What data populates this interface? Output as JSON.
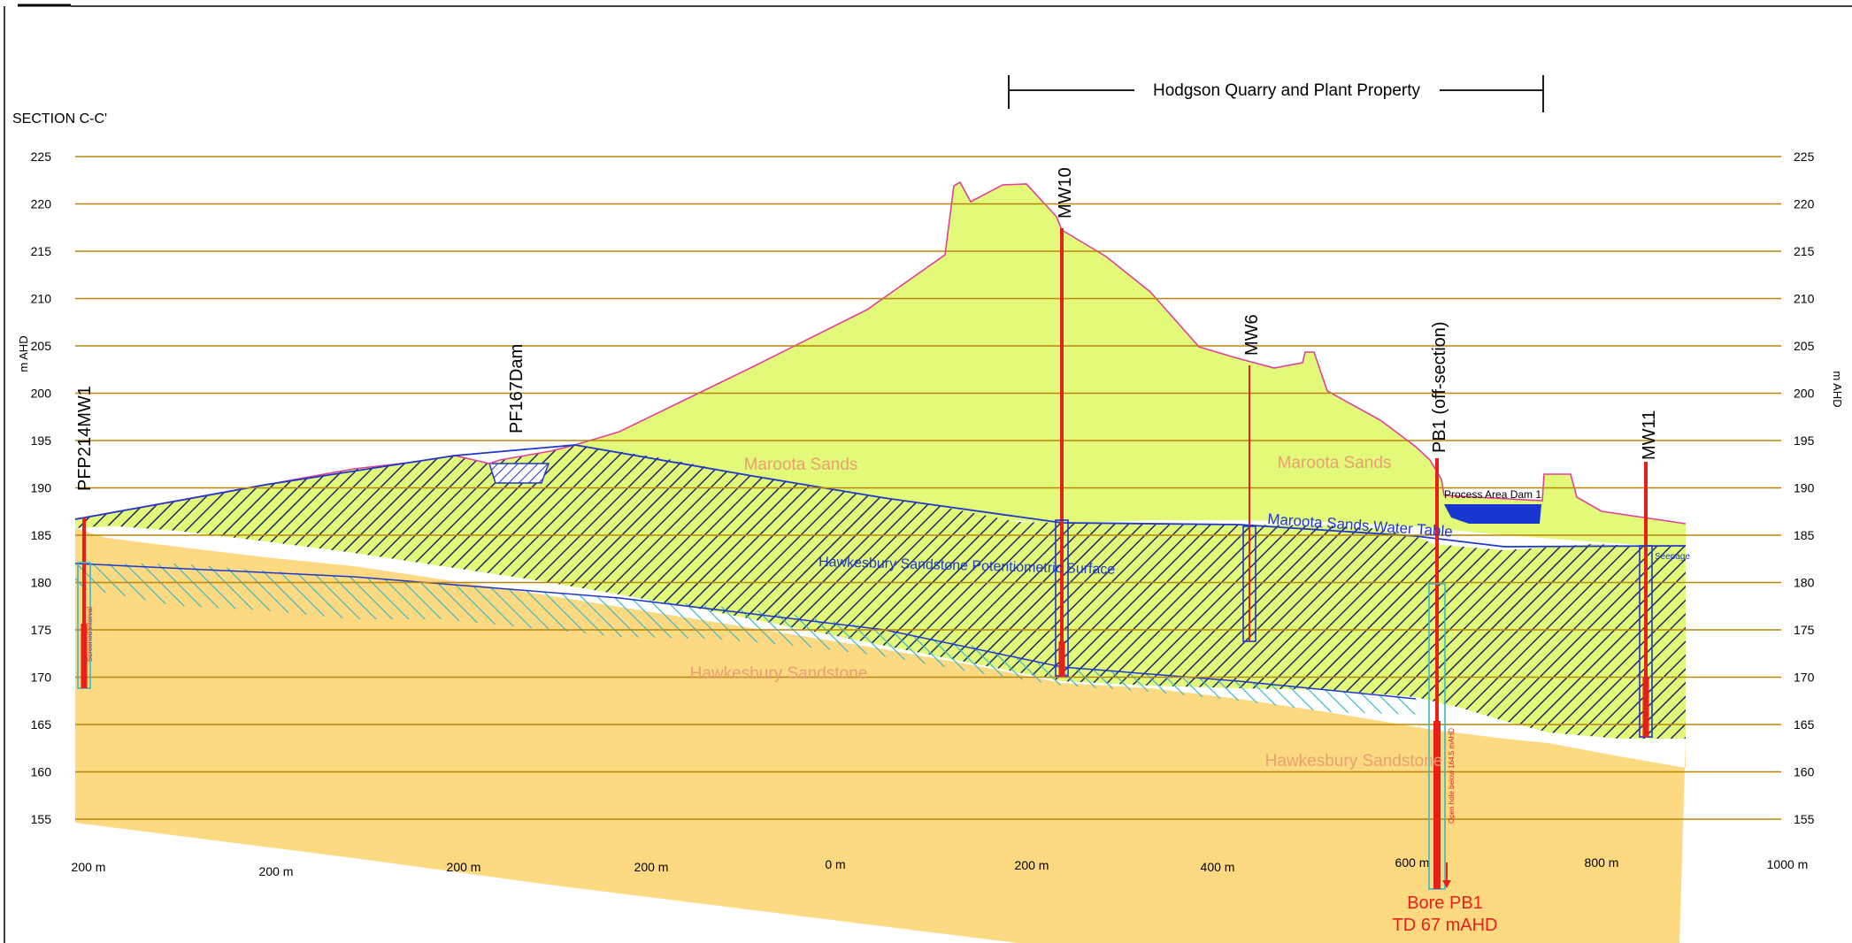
{
  "section_title": "SECTION C-C'",
  "axis_unit_label": "m AHD",
  "property_label": "Hodgson Quarry and Plant Property",
  "elevation_ticks": [
    225,
    220,
    215,
    210,
    205,
    200,
    195,
    190,
    185,
    180,
    175,
    170,
    165,
    160,
    155
  ],
  "distance_labels": [
    "200 m",
    "200 m",
    "200 m",
    "200 m",
    "0 m",
    "200 m",
    "400 m",
    "600 m",
    "800 m",
    "1000 m"
  ],
  "units": {
    "maroota_sands_label_1": "Maroota Sands",
    "maroota_sands_label_2": "Maroota Sands",
    "hawkesbury_label_1": "Hawkesbury Sandstone",
    "hawkesbury_label_2": "Hawkesbury Sandstone",
    "water_table_label": "Maroota Sands Water Table",
    "potentiometric_label": "Hawkesbury Sandstone Potentiometric Surface"
  },
  "bores": {
    "pfp214mw1": "PFP214MW1",
    "pf167dam": "PF167Dam",
    "mw10": "MW10",
    "mw6": "MW6",
    "pb1": "PB1 (off-section)",
    "mw11": "MW11"
  },
  "annotations": {
    "screened_interval": "Screened interval",
    "process_area_dam": "Process Area Dam 1",
    "open_hole": "Open hole below 164.5 mAHD",
    "seepage": "Seepage",
    "bore_pb1": "Bore PB1",
    "bore_pb1_td": "TD 67 mAHD"
  },
  "colors": {
    "maroota_sands": "#e2f97a",
    "hawkesbury": "#fdd982",
    "gridline": "#b8860b",
    "ground_line": "#e0409a",
    "bore_red": "#e8201a",
    "screen_blue": "#2038c8",
    "water_blue": "#1a36d0",
    "hatch_cyan": "#3ab8c8",
    "hatch_navy": "#1a2a6c"
  }
}
